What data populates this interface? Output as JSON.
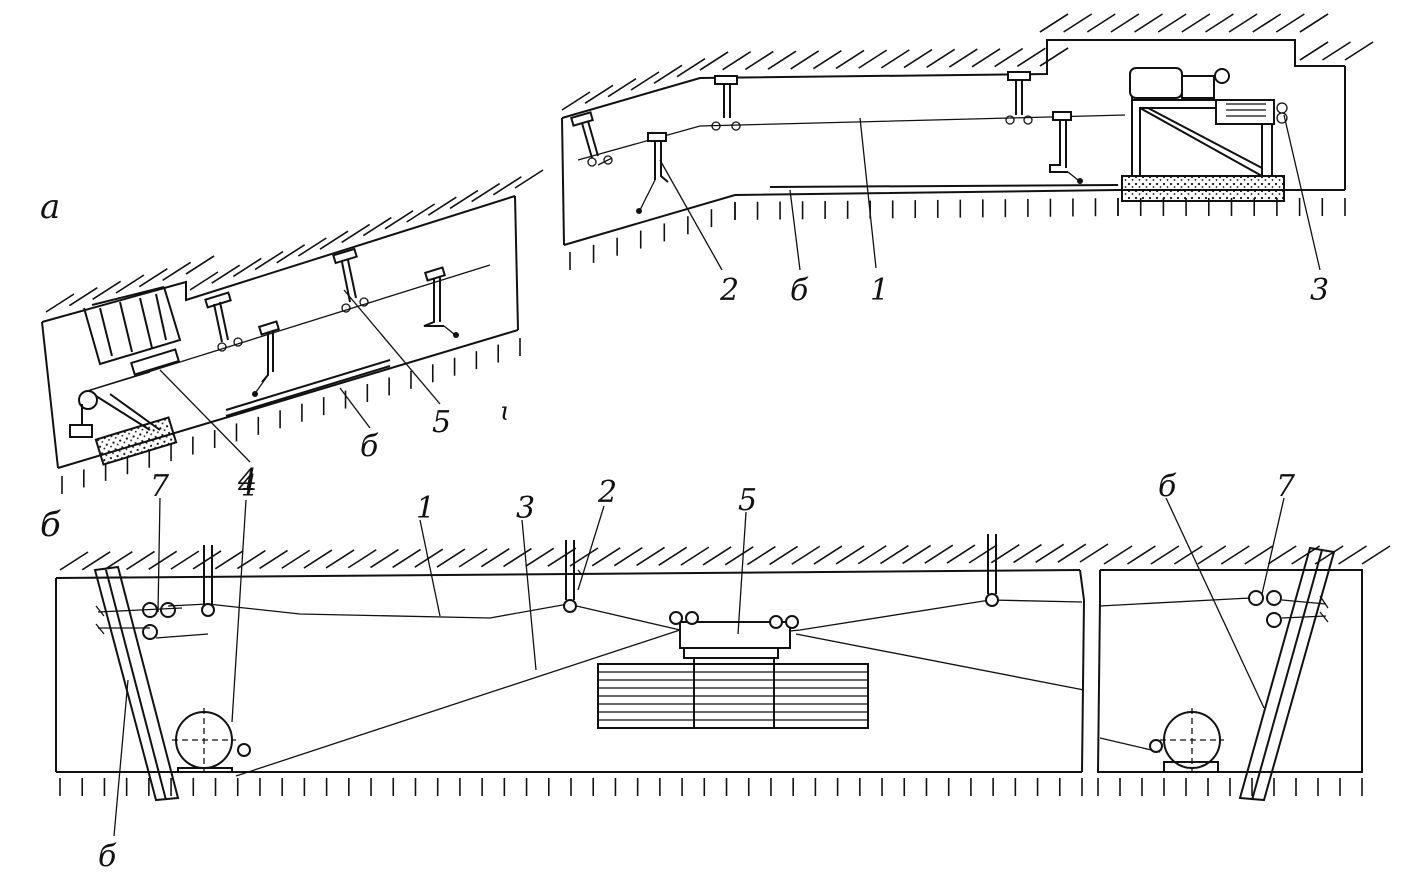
{
  "panel_labels": {
    "a": "а",
    "b": "б"
  },
  "labels": {
    "top": {
      "n1": "1",
      "n2": "2",
      "n3": "3",
      "n6": "б"
    },
    "left": {
      "n4": "4",
      "n5": "5",
      "n6": "б"
    },
    "bottom": {
      "n1": "1",
      "n2": "2",
      "n3": "3",
      "n4": "4",
      "n5": "5",
      "n6l": "б",
      "n7l": "7",
      "n6r": "б",
      "n7r": "7"
    }
  },
  "colors": {
    "ink": "#111111",
    "background": "#ffffff"
  }
}
